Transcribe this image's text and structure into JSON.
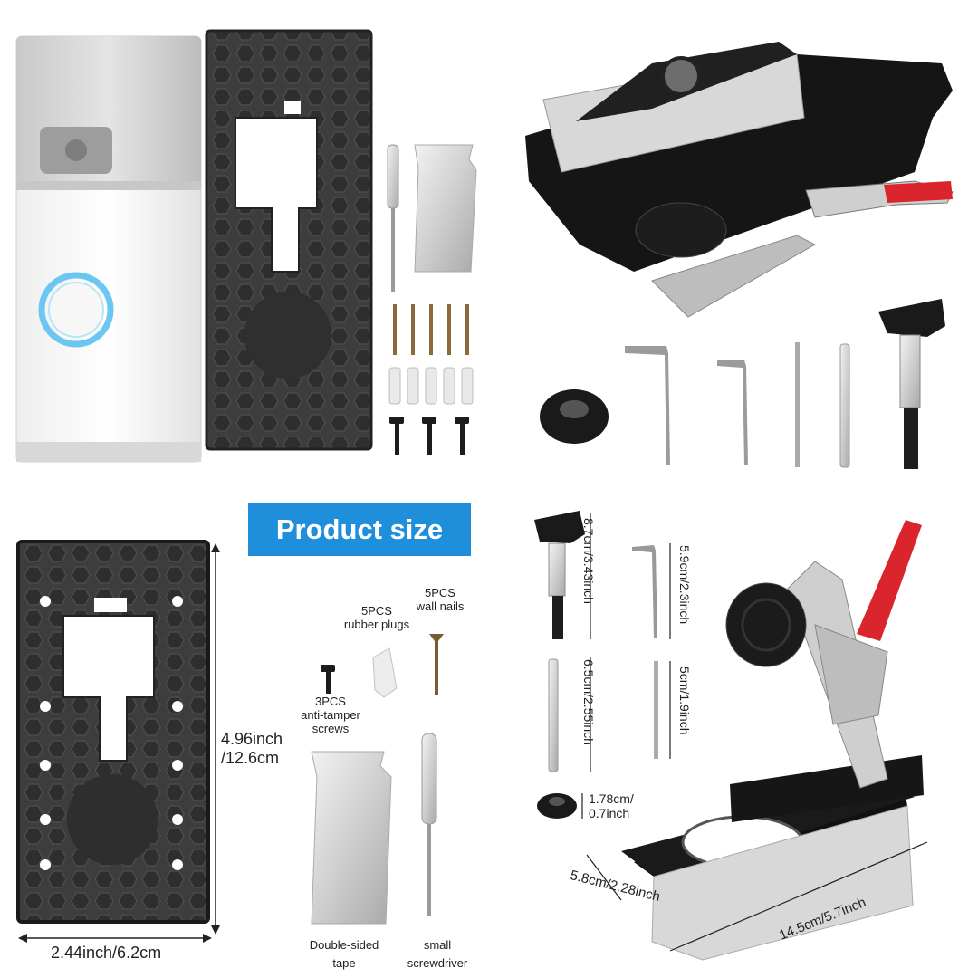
{
  "banner": {
    "title": "Product size"
  },
  "kit_labels": {
    "wall_nails": [
      "5PCS",
      "wall nails"
    ],
    "rubber_plugs": [
      "5PCS",
      "rubber plugs"
    ],
    "tamper_screws": [
      "3PCS",
      "anti-tamper",
      "screws"
    ],
    "tape": [
      "Double-sided",
      "tape"
    ],
    "screwdriver": [
      "small",
      "screwdriver"
    ]
  },
  "plate_dimensions": {
    "height": [
      "4.96inch",
      "/12.6cm"
    ],
    "width": "2.44inch/6.2cm"
  },
  "jig_dimensions": {
    "forstner_bit": "8.7cm/3.43inch",
    "hex_key": "5.9cm/2.3inch",
    "drill_bit_double": "6.5cm/2.55inch",
    "drill_bit_small": "5cm/1.9inch",
    "collar": [
      "1.78cm/",
      "0.7inch"
    ],
    "base_width": "5.8cm/2.28inch",
    "base_length": "14.5cm/5.7inch"
  },
  "colors": {
    "banner": "#1f8fdc",
    "accent_blue": "#5ab8ea",
    "handle_red": "#d9252b",
    "plate": "#3a3a3a"
  }
}
